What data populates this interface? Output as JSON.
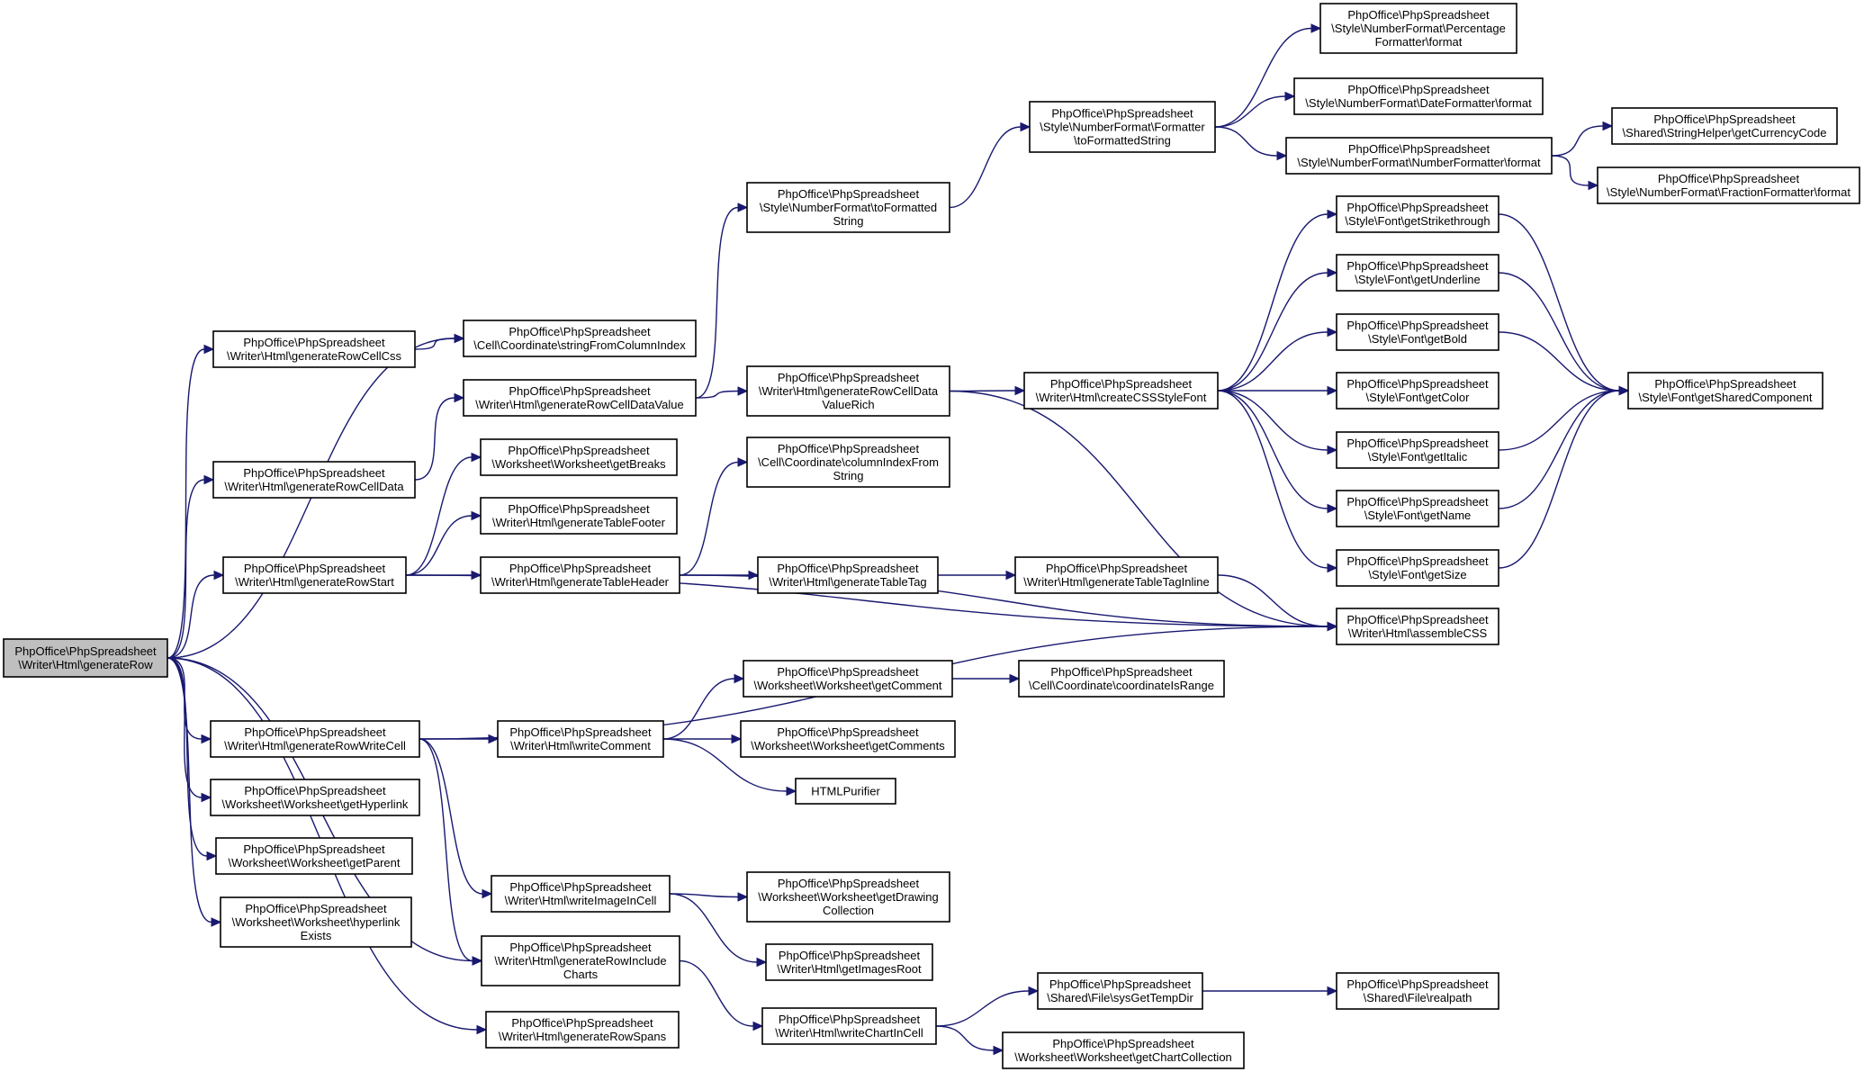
{
  "colors": {
    "edge": "#191970",
    "node_border": "#000000",
    "root_fill": "#bfbfbf",
    "node_fill": "#ffffff",
    "background": "#ffffff"
  },
  "nodes": [
    {
      "id": "root",
      "lines": [
        "PhpOffice\\PhpSpreadsheet",
        "\\Writer\\Html\\generateRow"
      ],
      "root": true
    },
    {
      "id": "genRowCellCss",
      "lines": [
        "PhpOffice\\PhpSpreadsheet",
        "\\Writer\\Html\\generateRowCellCss"
      ]
    },
    {
      "id": "stringFromColumnIndex",
      "lines": [
        "PhpOffice\\PhpSpreadsheet",
        "\\Cell\\Coordinate\\stringFromColumnIndex"
      ]
    },
    {
      "id": "genRowCellDataValue",
      "lines": [
        "PhpOffice\\PhpSpreadsheet",
        "\\Writer\\Html\\generateRowCellDataValue"
      ]
    },
    {
      "id": "genRowCellData",
      "lines": [
        "PhpOffice\\PhpSpreadsheet",
        "\\Writer\\Html\\generateRowCellData"
      ]
    },
    {
      "id": "toFormattedString",
      "lines": [
        "PhpOffice\\PhpSpreadsheet",
        "\\Style\\NumberFormat\\toFormatted",
        "String"
      ]
    },
    {
      "id": "formatterToFormattedString",
      "lines": [
        "PhpOffice\\PhpSpreadsheet",
        "\\Style\\NumberFormat\\Formatter",
        "\\toFormattedString"
      ]
    },
    {
      "id": "percentageFormatter",
      "lines": [
        "PhpOffice\\PhpSpreadsheet",
        "\\Style\\NumberFormat\\Percentage",
        "Formatter\\format"
      ]
    },
    {
      "id": "dateFormatter",
      "lines": [
        "PhpOffice\\PhpSpreadsheet",
        "\\Style\\NumberFormat\\DateFormatter\\format"
      ]
    },
    {
      "id": "numberFormatter",
      "lines": [
        "PhpOffice\\PhpSpreadsheet",
        "\\Style\\NumberFormat\\NumberFormatter\\format"
      ]
    },
    {
      "id": "getCurrencyCode",
      "lines": [
        "PhpOffice\\PhpSpreadsheet",
        "\\Shared\\StringHelper\\getCurrencyCode"
      ]
    },
    {
      "id": "fractionFormatter",
      "lines": [
        "PhpOffice\\PhpSpreadsheet",
        "\\Style\\NumberFormat\\FractionFormatter\\format"
      ]
    },
    {
      "id": "genRowCellDataValueRich",
      "lines": [
        "PhpOffice\\PhpSpreadsheet",
        "\\Writer\\Html\\generateRowCellData",
        "ValueRich"
      ]
    },
    {
      "id": "createCSSStyleFont",
      "lines": [
        "PhpOffice\\PhpSpreadsheet",
        "\\Writer\\Html\\createCSSStyleFont"
      ]
    },
    {
      "id": "getStrikethrough",
      "lines": [
        "PhpOffice\\PhpSpreadsheet",
        "\\Style\\Font\\getStrikethrough"
      ]
    },
    {
      "id": "getUnderline",
      "lines": [
        "PhpOffice\\PhpSpreadsheet",
        "\\Style\\Font\\getUnderline"
      ]
    },
    {
      "id": "getBold",
      "lines": [
        "PhpOffice\\PhpSpreadsheet",
        "\\Style\\Font\\getBold"
      ]
    },
    {
      "id": "getColor",
      "lines": [
        "PhpOffice\\PhpSpreadsheet",
        "\\Style\\Font\\getColor"
      ]
    },
    {
      "id": "getItalic",
      "lines": [
        "PhpOffice\\PhpSpreadsheet",
        "\\Style\\Font\\getItalic"
      ]
    },
    {
      "id": "getName",
      "lines": [
        "PhpOffice\\PhpSpreadsheet",
        "\\Style\\Font\\getName"
      ]
    },
    {
      "id": "getSize",
      "lines": [
        "PhpOffice\\PhpSpreadsheet",
        "\\Style\\Font\\getSize"
      ]
    },
    {
      "id": "getSharedComponent",
      "lines": [
        "PhpOffice\\PhpSpreadsheet",
        "\\Style\\Font\\getSharedComponent"
      ]
    },
    {
      "id": "getBreaks",
      "lines": [
        "PhpOffice\\PhpSpreadsheet",
        "\\Worksheet\\Worksheet\\getBreaks"
      ]
    },
    {
      "id": "genTableFooter",
      "lines": [
        "PhpOffice\\PhpSpreadsheet",
        "\\Writer\\Html\\generateTableFooter"
      ]
    },
    {
      "id": "columnIndexFromString",
      "lines": [
        "PhpOffice\\PhpSpreadsheet",
        "\\Cell\\Coordinate\\columnIndexFrom",
        "String"
      ]
    },
    {
      "id": "genRowStart",
      "lines": [
        "PhpOffice\\PhpSpreadsheet",
        "\\Writer\\Html\\generateRowStart"
      ]
    },
    {
      "id": "genTableHeader",
      "lines": [
        "PhpOffice\\PhpSpreadsheet",
        "\\Writer\\Html\\generateTableHeader"
      ]
    },
    {
      "id": "genTableTag",
      "lines": [
        "PhpOffice\\PhpSpreadsheet",
        "\\Writer\\Html\\generateTableTag"
      ]
    },
    {
      "id": "genTableTagInline",
      "lines": [
        "PhpOffice\\PhpSpreadsheet",
        "\\Writer\\Html\\generateTableTagInline"
      ]
    },
    {
      "id": "assembleCSS",
      "lines": [
        "PhpOffice\\PhpSpreadsheet",
        "\\Writer\\Html\\assembleCSS"
      ]
    },
    {
      "id": "getComment",
      "lines": [
        "PhpOffice\\PhpSpreadsheet",
        "\\Worksheet\\Worksheet\\getComment"
      ]
    },
    {
      "id": "coordinateIsRange",
      "lines": [
        "PhpOffice\\PhpSpreadsheet",
        "\\Cell\\Coordinate\\coordinateIsRange"
      ]
    },
    {
      "id": "genRowWriteCell",
      "lines": [
        "PhpOffice\\PhpSpreadsheet",
        "\\Writer\\Html\\generateRowWriteCell"
      ]
    },
    {
      "id": "writeComment",
      "lines": [
        "PhpOffice\\PhpSpreadsheet",
        "\\Writer\\Html\\writeComment"
      ]
    },
    {
      "id": "getComments",
      "lines": [
        "PhpOffice\\PhpSpreadsheet",
        "\\Worksheet\\Worksheet\\getComments"
      ]
    },
    {
      "id": "htmlPurifier",
      "lines": [
        "HTMLPurifier"
      ]
    },
    {
      "id": "getHyperlink",
      "lines": [
        "PhpOffice\\PhpSpreadsheet",
        "\\Worksheet\\Worksheet\\getHyperlink"
      ]
    },
    {
      "id": "getParent",
      "lines": [
        "PhpOffice\\PhpSpreadsheet",
        "\\Worksheet\\Worksheet\\getParent"
      ]
    },
    {
      "id": "hyperlinkExists",
      "lines": [
        "PhpOffice\\PhpSpreadsheet",
        "\\Worksheet\\Worksheet\\hyperlink",
        "Exists"
      ]
    },
    {
      "id": "writeImageInCell",
      "lines": [
        "PhpOffice\\PhpSpreadsheet",
        "\\Writer\\Html\\writeImageInCell"
      ]
    },
    {
      "id": "getDrawingCollection",
      "lines": [
        "PhpOffice\\PhpSpreadsheet",
        "\\Worksheet\\Worksheet\\getDrawing",
        "Collection"
      ]
    },
    {
      "id": "getImagesRoot",
      "lines": [
        "PhpOffice\\PhpSpreadsheet",
        "\\Writer\\Html\\getImagesRoot"
      ]
    },
    {
      "id": "genRowIncludeCharts",
      "lines": [
        "PhpOffice\\PhpSpreadsheet",
        "\\Writer\\Html\\generateRowInclude",
        "Charts"
      ]
    },
    {
      "id": "sysGetTempDir",
      "lines": [
        "PhpOffice\\PhpSpreadsheet",
        "\\Shared\\File\\sysGetTempDir"
      ]
    },
    {
      "id": "realpath",
      "lines": [
        "PhpOffice\\PhpSpreadsheet",
        "\\Shared\\File\\realpath"
      ]
    },
    {
      "id": "writeChartInCell",
      "lines": [
        "PhpOffice\\PhpSpreadsheet",
        "\\Writer\\Html\\writeChartInCell"
      ]
    },
    {
      "id": "getChartCollection",
      "lines": [
        "PhpOffice\\PhpSpreadsheet",
        "\\Worksheet\\Worksheet\\getChartCollection"
      ]
    },
    {
      "id": "genRowSpans",
      "lines": [
        "PhpOffice\\PhpSpreadsheet",
        "\\Writer\\Html\\generateRowSpans"
      ]
    }
  ],
  "edges": [
    [
      "root",
      "genRowCellCss"
    ],
    [
      "root",
      "stringFromColumnIndex"
    ],
    [
      "root",
      "genRowCellData"
    ],
    [
      "root",
      "genRowStart"
    ],
    [
      "root",
      "genRowWriteCell"
    ],
    [
      "root",
      "getHyperlink"
    ],
    [
      "root",
      "getParent"
    ],
    [
      "root",
      "hyperlinkExists"
    ],
    [
      "root",
      "genRowIncludeCharts"
    ],
    [
      "root",
      "genRowSpans"
    ],
    [
      "genRowCellCss",
      "stringFromColumnIndex"
    ],
    [
      "genRowCellData",
      "genRowCellDataValue"
    ],
    [
      "genRowCellDataValue",
      "toFormattedString"
    ],
    [
      "genRowCellDataValue",
      "genRowCellDataValueRich"
    ],
    [
      "toFormattedString",
      "formatterToFormattedString"
    ],
    [
      "formatterToFormattedString",
      "percentageFormatter"
    ],
    [
      "formatterToFormattedString",
      "dateFormatter"
    ],
    [
      "formatterToFormattedString",
      "numberFormatter"
    ],
    [
      "numberFormatter",
      "getCurrencyCode"
    ],
    [
      "numberFormatter",
      "fractionFormatter"
    ],
    [
      "genRowCellDataValueRich",
      "createCSSStyleFont"
    ],
    [
      "genRowCellDataValueRich",
      "assembleCSS"
    ],
    [
      "createCSSStyleFont",
      "getStrikethrough"
    ],
    [
      "createCSSStyleFont",
      "getUnderline"
    ],
    [
      "createCSSStyleFont",
      "getBold"
    ],
    [
      "createCSSStyleFont",
      "getColor"
    ],
    [
      "createCSSStyleFont",
      "getItalic"
    ],
    [
      "createCSSStyleFont",
      "getName"
    ],
    [
      "createCSSStyleFont",
      "getSize"
    ],
    [
      "getStrikethrough",
      "getSharedComponent"
    ],
    [
      "getUnderline",
      "getSharedComponent"
    ],
    [
      "getBold",
      "getSharedComponent"
    ],
    [
      "getItalic",
      "getSharedComponent"
    ],
    [
      "getName",
      "getSharedComponent"
    ],
    [
      "getSize",
      "getSharedComponent"
    ],
    [
      "genRowStart",
      "getBreaks"
    ],
    [
      "genRowStart",
      "genTableFooter"
    ],
    [
      "genRowStart",
      "genTableHeader"
    ],
    [
      "genRowStart",
      "assembleCSS"
    ],
    [
      "genTableHeader",
      "columnIndexFromString"
    ],
    [
      "genTableHeader",
      "genTableTag"
    ],
    [
      "genTableHeader",
      "assembleCSS"
    ],
    [
      "genTableTag",
      "genTableTagInline"
    ],
    [
      "genTableTagInline",
      "assembleCSS"
    ],
    [
      "genRowWriteCell",
      "writeComment"
    ],
    [
      "genRowWriteCell",
      "assembleCSS"
    ],
    [
      "genRowWriteCell",
      "writeImageInCell"
    ],
    [
      "genRowWriteCell",
      "genRowIncludeCharts"
    ],
    [
      "writeComment",
      "getComment"
    ],
    [
      "writeComment",
      "getComments"
    ],
    [
      "writeComment",
      "htmlPurifier"
    ],
    [
      "getComment",
      "coordinateIsRange"
    ],
    [
      "writeImageInCell",
      "getDrawingCollection"
    ],
    [
      "writeImageInCell",
      "getImagesRoot"
    ],
    [
      "genRowIncludeCharts",
      "writeChartInCell"
    ],
    [
      "writeChartInCell",
      "sysGetTempDir"
    ],
    [
      "writeChartInCell",
      "getChartCollection"
    ],
    [
      "sysGetTempDir",
      "realpath"
    ]
  ]
}
